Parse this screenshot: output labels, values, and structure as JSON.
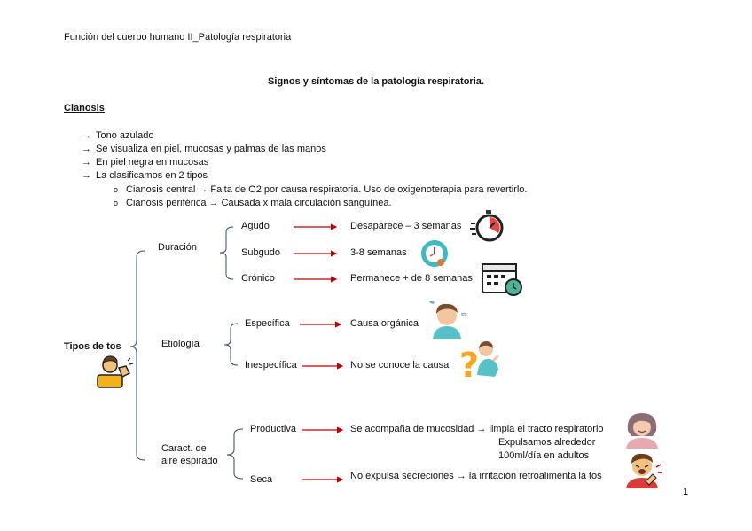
{
  "header": "Función del cuerpo humano II_Patología respiratoria",
  "title": "Signos y síntomas de la patología respiratoria.",
  "section": "Cianosis",
  "bullets": [
    "Tono azulado",
    "Se visualiza en piel, mucosas y palmas de las manos",
    "En piel negra en mucosas",
    "La clasificamos en 2 tipos"
  ],
  "arrow_glyph": "→",
  "sub_marker": "o",
  "sub_bullets": [
    "Cianosis central → Falta de O2 por causa respiratoria. Uso de oxigenoterapia para revertirlo.",
    "Cianosis periférica → Causada x mala circulación sanguínea."
  ],
  "diagram": {
    "root": "Tipos de tos",
    "duracion": {
      "label": "Duración",
      "items": [
        {
          "label": "Agudo",
          "desc": "Desaparece – 3 semanas",
          "icon": "stopwatch-icon"
        },
        {
          "label": "Subgudo",
          "desc": "3-8 semanas",
          "icon": "clock-icon"
        },
        {
          "label": "Crónico",
          "desc": "Permanece + de 8 semanas",
          "icon": "calendar-icon"
        }
      ]
    },
    "etiologia": {
      "label": "Etiología",
      "items": [
        {
          "label": "Específica",
          "desc": "Causa orgánica",
          "icon": "thinking-person-icon"
        },
        {
          "label": "Inespecífica",
          "desc": "No se conoce la causa",
          "icon": "question-person-icon"
        }
      ]
    },
    "aire": {
      "label_line1": "Caract. de",
      "label_line2": "aire espirado",
      "items": [
        {
          "label": "Productiva",
          "desc": "Se acompaña de mucosidad → limpia el tracto respiratorio",
          "desc2": "Expulsamos alrededor",
          "desc3": "100ml/día en adultos",
          "icon": "sick-woman-icon"
        },
        {
          "label": "Seca",
          "desc": "No expulsa secreciones → la irritación retroalimenta la tos",
          "icon": "coughing-man-icon"
        }
      ]
    }
  },
  "page_number": "1",
  "colors": {
    "arrow": "#c00000",
    "bracket": "#2f4f5f"
  }
}
